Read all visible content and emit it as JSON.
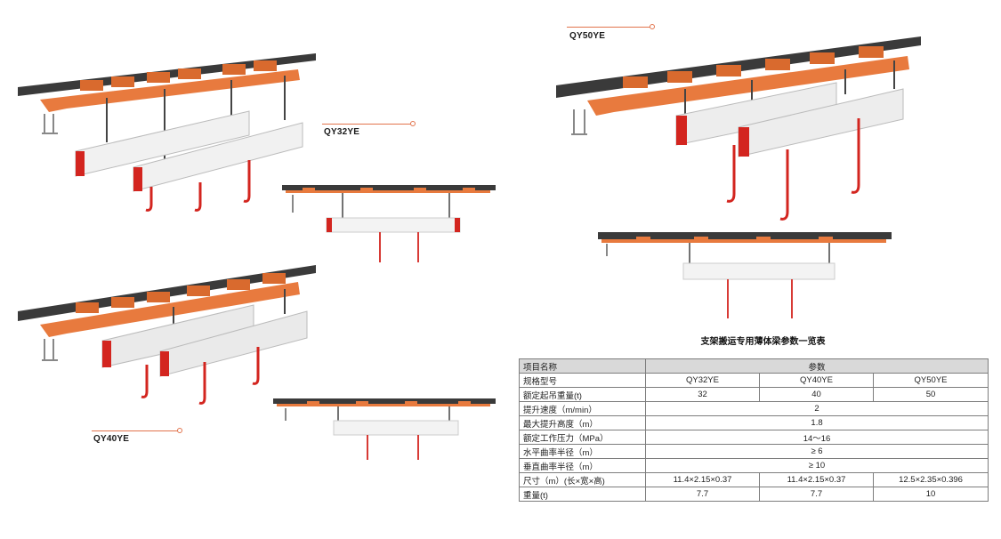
{
  "models": {
    "qy32": "QY32YE",
    "qy40": "QY40YE",
    "qy50": "QY50YE"
  },
  "colors": {
    "accent": "#e2734c",
    "rail": "#3a3a3a",
    "frame": "#e87a3e",
    "beam": "#f1f1f1",
    "hook": "#d3251f"
  },
  "table": {
    "title": "支架搬运专用薄体梁参数一览表",
    "header": {
      "item": "项目名称",
      "param": "参数"
    },
    "model_row": {
      "label": "规格型号",
      "values": [
        "QY32YE",
        "QY40YE",
        "QY50YE"
      ]
    },
    "rows": [
      {
        "label": "额定起吊重量(t)",
        "values": [
          "32",
          "40",
          "50"
        ]
      },
      {
        "label": "提升速度（m/min）",
        "value": "2"
      },
      {
        "label": "最大提升高度（m）",
        "value": "1.8"
      },
      {
        "label": "额定工作压力（MPa）",
        "value": "14～16"
      },
      {
        "label": "水平曲率半径（m）",
        "value": "≥ 6"
      },
      {
        "label": "垂直曲率半径（m）",
        "value": "≥ 10"
      },
      {
        "label": "尺寸（m）(长×宽×高)",
        "values": [
          "11.4×2.15×0.37",
          "11.4×2.15×0.37",
          "12.5×2.35×0.396"
        ]
      },
      {
        "label": "重量(t)",
        "values": [
          "7.7",
          "7.7",
          "10"
        ]
      }
    ]
  }
}
